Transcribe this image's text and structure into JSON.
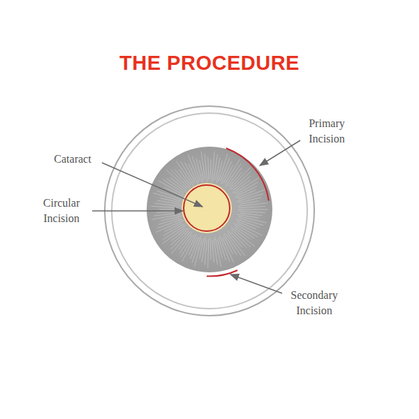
{
  "diagram": {
    "title": "THE PROCEDURE",
    "labels": [
      "Cataract",
      "Circular Incision",
      "Primary Incision",
      "Secondary Incision"
    ]
  }
}
